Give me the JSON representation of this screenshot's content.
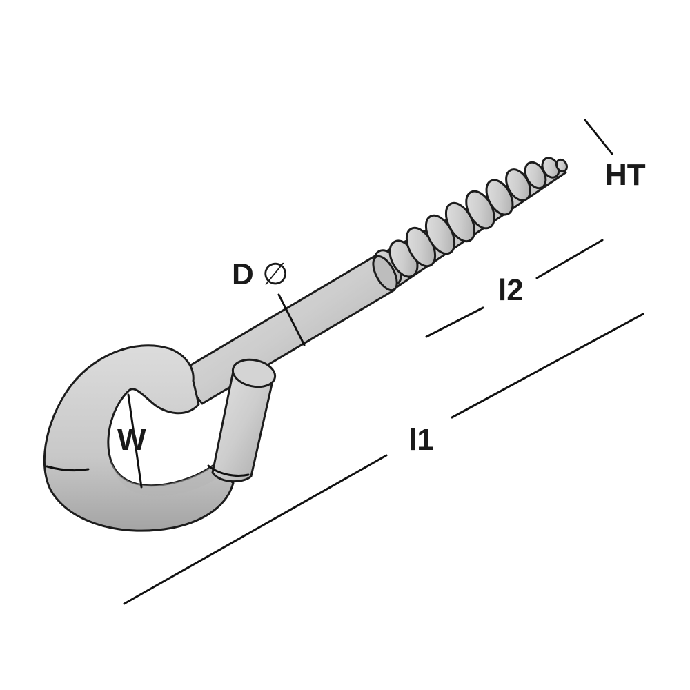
{
  "labels": {
    "l1": "l1",
    "l2": "l2",
    "d": "D",
    "d_symbol": "∅",
    "w": "W",
    "ht": "HT"
  },
  "colors": {
    "metal_light": "#d6d6d6",
    "metal_mid": "#c4c4c4",
    "metal_dark": "#a9a9a9",
    "outline": "#1c1c1c",
    "text": "#1a1a1a"
  }
}
